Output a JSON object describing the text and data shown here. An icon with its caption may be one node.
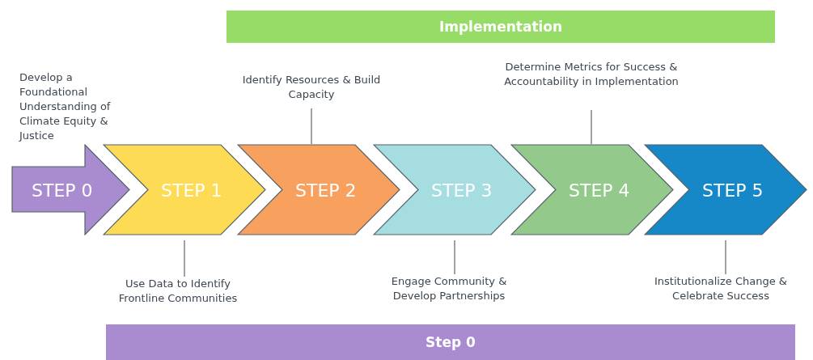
{
  "diagram": {
    "nodes": [
      {
        "text": [
          "Implementation"
        ]
      },
      {
        "text": [
          "Identify Resources & Build Capacity"
        ]
      },
      {
        "text": [
          "Determine Metrics for Success & Accountability in Implementation"
        ]
      },
      {
        "text": [
          "STEP 0"
        ],
        "beside": [
          "Develop a Foundational Understanding of Climate Equity & Justice"
        ]
      },
      {
        "text": [
          "STEP 1"
        ]
      },
      {
        "text": [
          "STEP 2"
        ]
      },
      {
        "text": [
          "STEP 3"
        ]
      },
      {
        "text": [
          "STEP 4"
        ]
      },
      {
        "text": [
          "STEP 5"
        ]
      },
      {
        "text": [
          "Use Data to Identify Frontline Communities"
        ]
      },
      {
        "text": [
          "Engage Community & Develop Partnerships"
        ]
      },
      {
        "text": [
          "Institutionalize Change & Celebrate Success"
        ]
      },
      {
        "text": [
          "Step 0"
        ]
      }
    ],
    "edges": [
      {
        "from": 1,
        "to": 5,
        "arrow": "none"
      },
      {
        "from": 2,
        "to": 7,
        "arrow": "none"
      },
      {
        "from": 4,
        "to": 9,
        "arrow": "none"
      },
      {
        "from": 6,
        "to": 10,
        "arrow": "none"
      },
      {
        "from": 8,
        "to": 11,
        "arrow": "none"
      }
    ]
  }
}
